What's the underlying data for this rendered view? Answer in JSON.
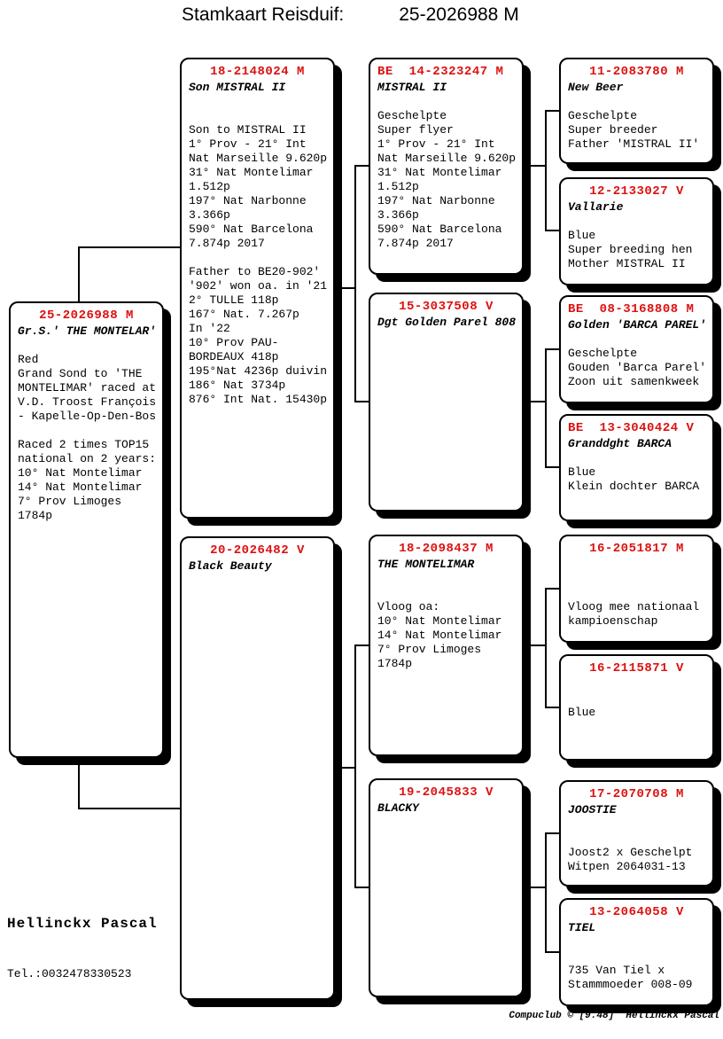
{
  "title": {
    "label": "Stamkaart Reisduif:",
    "ring": "25-2026988 M"
  },
  "owner": {
    "name": "Hellinckx Pascal",
    "phone": "Tel.:0032478330523"
  },
  "footer": {
    "credit": "Compuclub © [9.48]  Hellinckx Pascal"
  },
  "colors": {
    "ring_red": "#dd1111",
    "line_black": "#000000",
    "box_bg": "#ffffff"
  },
  "boxes": [
    {
      "ring": "25-2026988 M",
      "name": "Gr.S.' THE MONTELAR'",
      "lines": [
        "",
        "Red",
        "Grand Sond to 'THE",
        "MONTELIMAR' raced at",
        "V.D. Troost François",
        "- Kapelle-Op-Den-Bos",
        "",
        "Raced 2 times TOP15",
        "national on 2 years:",
        "10° Nat Montelimar",
        "14° Nat Montelimar",
        "7° Prov Limoges",
        "1784p"
      ]
    },
    {
      "ring": "18-2148024 M",
      "name": "Son MISTRAL II",
      "lines": [
        "",
        "",
        "Son to MISTRAL II",
        "1° Prov - 21° Int",
        "Nat Marseille 9.620p",
        "31° Nat Montelimar",
        "1.512p",
        "197° Nat Narbonne",
        "3.366p",
        "590° Nat Barcelona",
        "7.874p 2017",
        "",
        "Father to BE20-902'",
        "'902' won oa. in '21",
        "2° TULLE 118p",
        "167° Nat. 7.267p",
        "In '22",
        "10° Prov PAU-",
        "BORDEAUX 418p",
        "195°Nat 4236p duivin",
        "186° Nat 3734p",
        "876° Int Nat. 15430p"
      ]
    },
    {
      "ring": "20-2026482 V",
      "name": "Black Beauty",
      "lines": []
    },
    {
      "ring": "BE  14-2323247 M",
      "name": "MISTRAL II",
      "lines": [
        "",
        "Geschelpte",
        "Super flyer",
        "1° Prov - 21° Int",
        "Nat Marseille 9.620p",
        "31° Nat Montelimar",
        "1.512p",
        "197° Nat Narbonne",
        "3.366p",
        "590° Nat Barcelona",
        "7.874p 2017"
      ]
    },
    {
      "ring": "15-3037508 V",
      "name": "Dgt Golden Parel 808",
      "lines": []
    },
    {
      "ring": "18-2098437 M",
      "name": "THE MONTELIMAR",
      "lines": [
        "",
        "",
        "Vloog oa:",
        "10° Nat Montelimar",
        "14° Nat Montelimar",
        "7° Prov Limoges",
        "1784p"
      ]
    },
    {
      "ring": "19-2045833 V",
      "name": "BLACKY",
      "lines": []
    },
    {
      "ring": "11-2083780 M",
      "name": "New Beer",
      "lines": [
        "",
        "Geschelpte",
        "Super breeder",
        "Father 'MISTRAL II'"
      ]
    },
    {
      "ring": "12-2133027 V",
      "name": "Vallarie",
      "lines": [
        "",
        "Blue",
        "Super breeding hen",
        "Mother MISTRAL II"
      ]
    },
    {
      "ring": "BE  08-3168808 M",
      "name": "Golden 'BARCA PAREL'",
      "lines": [
        "",
        "Geschelpte",
        "Gouden 'Barca Parel'",
        "Zoon uit samenkweek"
      ]
    },
    {
      "ring": "BE  13-3040424 V",
      "name": "Granddght BARCA",
      "lines": [
        "",
        "Blue",
        "Klein dochter BARCA"
      ]
    },
    {
      "ring": "16-2051817 M",
      "name": "",
      "lines": [
        "",
        "",
        "Vloog mee nationaal",
        "kampioenschap"
      ]
    },
    {
      "ring": "16-2115871 V",
      "name": "",
      "lines": [
        "",
        "Blue"
      ]
    },
    {
      "ring": "17-2070708 M",
      "name": "JOOSTIE",
      "lines": [
        "",
        "",
        "Joost2 x Geschelpt",
        "Witpen 2064031-13"
      ]
    },
    {
      "ring": "13-2064058 V",
      "name": "TIEL",
      "lines": [
        "",
        "",
        "735 Van Tiel x",
        "Stammmoeder 008-09"
      ]
    }
  ]
}
